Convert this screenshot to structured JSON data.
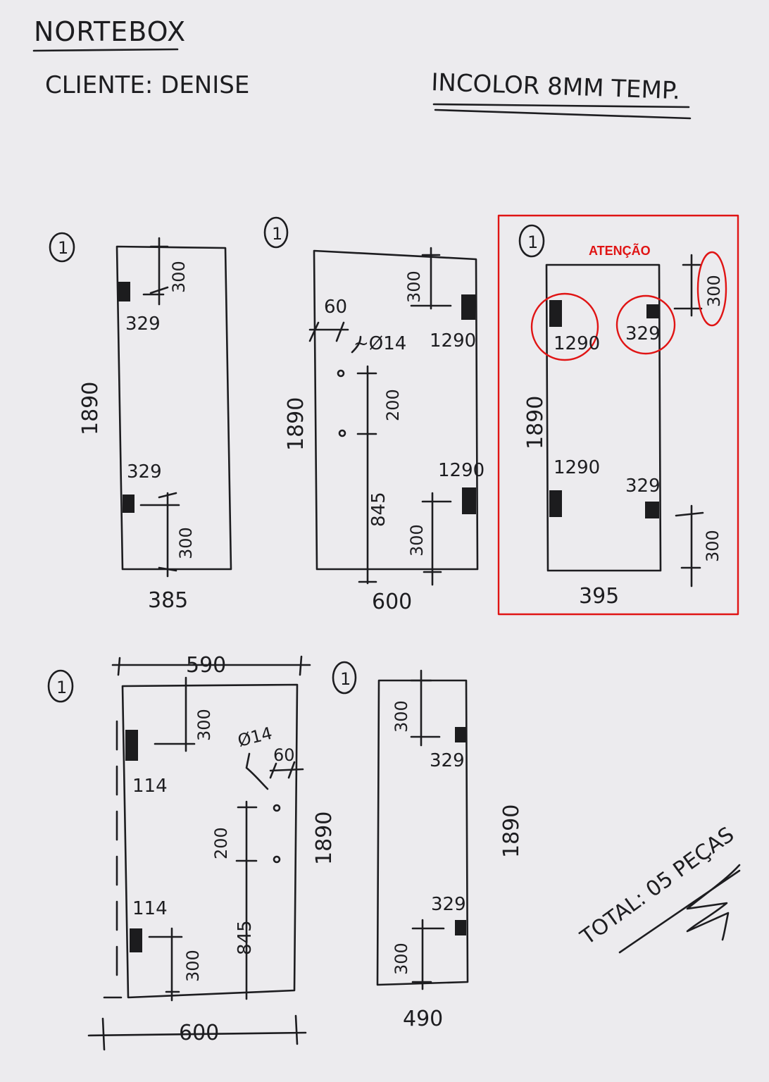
{
  "header": {
    "brand": "NORTEBOX",
    "client": "CLIENTE: DENISE",
    "glass": "INCOLOR 8MM TEMP."
  },
  "pieces": [
    {
      "qty": "1",
      "height": "1890",
      "width": "385",
      "top_offset": "300",
      "bottom_offset": "300",
      "hinge_top": "329",
      "hinge_bottom": "329"
    },
    {
      "qty": "1",
      "height": "1890",
      "width": "600",
      "top_offset": "300",
      "bottom_offset": "300",
      "hole_edge": "60",
      "hole_diam": "~Ø14",
      "hole_spacing": "200",
      "hole_height": "845",
      "hinge_top": "1290",
      "hinge_bottom": "1290"
    },
    {
      "qty": "1",
      "height": "1890",
      "width": "395",
      "top_offset": "300",
      "bottom_offset": "300",
      "hinge_top_left": "1290",
      "hinge_top_right": "329",
      "hinge_bottom_left": "1290",
      "hinge_bottom_right": "329",
      "annotation": "ATENÇÃO",
      "annotation_color": "#e01414"
    },
    {
      "qty": "1",
      "height": "1890",
      "top_width": "590",
      "bottom_width": "600",
      "top_offset": "300",
      "bottom_offset": "300",
      "hole_diam": "Ø14",
      "hole_edge": "60",
      "hole_spacing": "200",
      "hole_height": "845",
      "hinge_top": "114",
      "hinge_bottom": "114"
    },
    {
      "qty": "1",
      "height": "1890",
      "width": "490",
      "top_offset": "300",
      "bottom_offset": "300",
      "hinge_top": "329",
      "hinge_bottom": "329"
    }
  ],
  "total": "TOTAL: 05 PEÇAS"
}
